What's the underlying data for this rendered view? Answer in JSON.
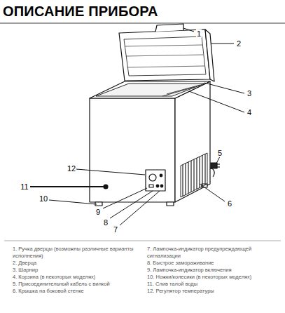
{
  "diagram": {
    "title": "ОПИСАНИЕ ПРИБОРА",
    "labels": [
      "1",
      "2",
      "3",
      "4",
      "5",
      "6",
      "7",
      "8",
      "9",
      "10",
      "11",
      "12",
      "1. Ручка дверцы (возможны различные варианты исполнения)",
      "2. Дверца",
      "3. Шарнир",
      "4. Корзина (в некоторых моделях)",
      "5. Присоединительный кабель с вилкой",
      "6. Крышка на боковой стенке",
      "7. Лампочка-индикатор предупреждающей сигнализации",
      "8. Быстрое замораживание",
      "9. Лампочка-индикатор включения",
      "10. Ножки/колесики (в некоторых моделях)",
      "11. Слив талой воды",
      "12. Регулятор температуры"
    ]
  }
}
